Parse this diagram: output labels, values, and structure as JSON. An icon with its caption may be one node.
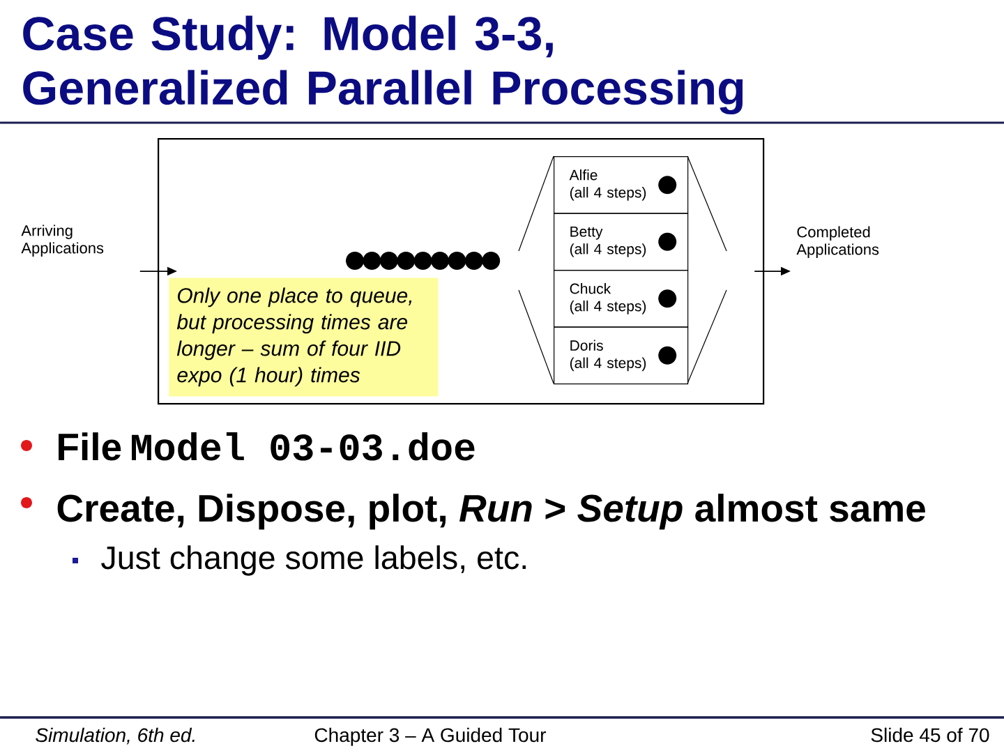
{
  "diagram": {
    "title": "Case Study: Model 3-3, Generalized Parallel Processing",
    "nodes": [
      {
        "text": [
          "Arriving Applications"
        ]
      },
      {
        "text": [],
        "shape": "box"
      },
      {
        "text": [
          "Only one place to queue, but processing times are longer – sum of four IID expo (1 hour) times"
        ],
        "in": 1
      },
      {
        "text": [
          "Alfie",
          "(all 4 steps)"
        ],
        "in": 1
      },
      {
        "text": [
          "Betty",
          "(all 4 steps)"
        ],
        "in": 1
      },
      {
        "text": [
          "Chuck",
          "(all 4 steps)"
        ],
        "in": 1
      },
      {
        "text": [
          "Doris",
          "(all 4 steps)"
        ],
        "in": 1
      },
      {
        "text": [
          "Completed Applications"
        ]
      }
    ],
    "edges": [
      {
        "from": 0,
        "to": 1,
        "arrow": "to"
      },
      {
        "from": 1,
        "to": 7,
        "arrow": "to"
      }
    ],
    "labels": [
      "File",
      "Model 03-03.doe",
      "Create, Dispose, plot, *Run* > *Setup* almost same",
      "Just change some labels, etc.",
      "Simulation, 6th ed.",
      "Chapter 3 – A Guided Tour",
      "Slide 45 of 70"
    ]
  }
}
